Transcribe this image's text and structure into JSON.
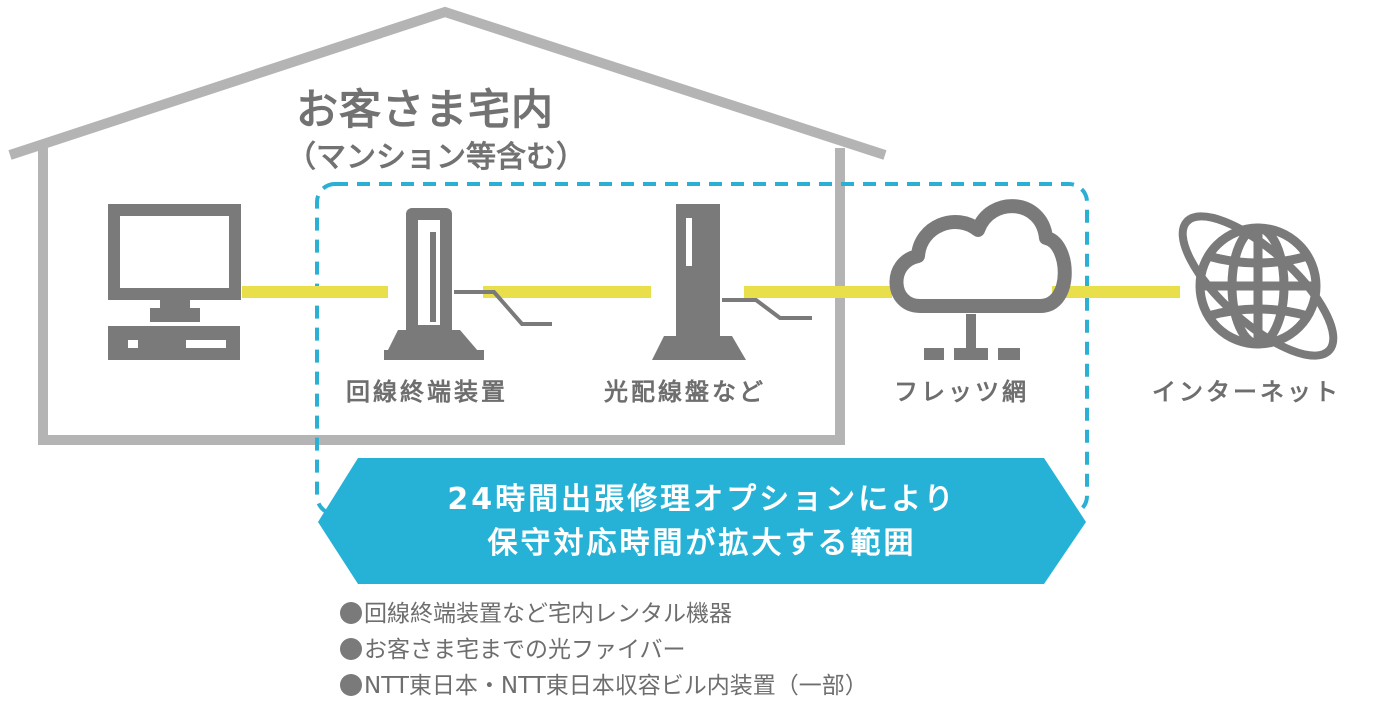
{
  "house": {
    "title": "お客さま宅内",
    "subtitle": "（マンション等含む）"
  },
  "nodes": [
    {
      "name": "computer",
      "label": ""
    },
    {
      "name": "onu",
      "label": "回線終端装置"
    },
    {
      "name": "optical-panel",
      "label": "光配線盤など"
    },
    {
      "name": "flets",
      "label": "フレッツ網"
    },
    {
      "name": "internet",
      "label": "インターネット"
    }
  ],
  "banner": {
    "line1": "24時間出張修理オプションにより",
    "line2": "保守対応時間が拡大する範囲"
  },
  "notes": [
    "回線終端装置など宅内レンタル機器",
    "お客さま宅までの光ファイバー",
    "NTT東日本・NTT東日本収容ビル内装置（一部）"
  ],
  "colors": {
    "house_outline": "#b4b4b4",
    "icon_gray": "#7a7a7a",
    "connector_yellow": "#e8df4a",
    "scope_dashed": "#2bafd3",
    "banner_blue": "#25b2d6",
    "text_gray": "#6e6e6e"
  }
}
